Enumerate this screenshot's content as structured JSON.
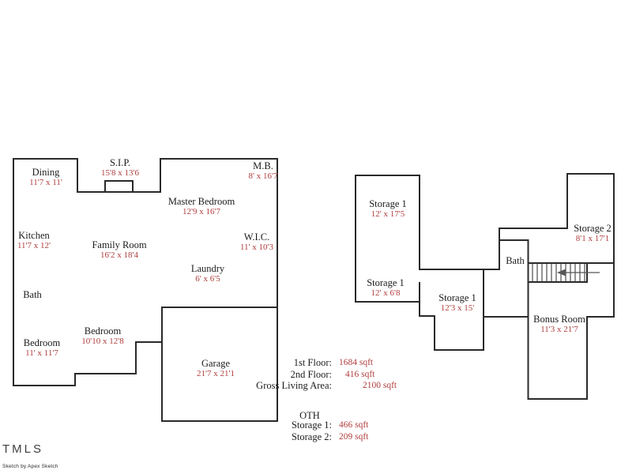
{
  "colors": {
    "wall": "#2a2a2a",
    "room_label": "#1c1c1c",
    "dimension_text": "#b03c3c",
    "background": "#ffffff"
  },
  "first_floor": {
    "rooms": [
      {
        "name": "Dining",
        "dims": "11'7 x 11'"
      },
      {
        "name": "S.I.P.",
        "dims": "15'8 x 13'6"
      },
      {
        "name": "M.B.",
        "dims": "8' x 16'7"
      },
      {
        "name": "Master Bedroom",
        "dims": "12'9 x 16'7"
      },
      {
        "name": "Kitchen",
        "dims": "11'7 x 12'"
      },
      {
        "name": "Family Room",
        "dims": "16'2 x 18'4"
      },
      {
        "name": "W.I.C.",
        "dims": "11' x 10'3"
      },
      {
        "name": "Laundry",
        "dims": "6' x 6'5"
      },
      {
        "name": "Bath",
        "dims": ""
      },
      {
        "name": "Bedroom",
        "dims": "11' x 11'7"
      },
      {
        "name": "Bedroom",
        "dims": "10'10 x 12'8"
      },
      {
        "name": "Garage",
        "dims": "21'7 x 21'1"
      }
    ]
  },
  "second_floor": {
    "rooms": [
      {
        "name": "Storage 1",
        "dims": "12' x 17'5"
      },
      {
        "name": "Storage 1",
        "dims": "12' x 6'8"
      },
      {
        "name": "Storage 1",
        "dims": "12'3 x 15'"
      },
      {
        "name": "Bath",
        "dims": ""
      },
      {
        "name": "Storage 2",
        "dims": "8'1 x 17'1"
      },
      {
        "name": "Bonus Room",
        "dims": "11'3 x 21'7"
      }
    ]
  },
  "summary": {
    "living": [
      {
        "label": "1st Floor:",
        "value": "1684 sqft"
      },
      {
        "label": "2nd Floor:",
        "value": "416 sqft"
      },
      {
        "label": "Gross Living Area:",
        "value": "2100 sqft"
      }
    ],
    "other_heading": "OTH",
    "other": [
      {
        "label": "Storage 1:",
        "value": "466 sqft"
      },
      {
        "label": "Storage 2:",
        "value": "209 sqft"
      }
    ]
  },
  "footer": {
    "logo": "TMLS",
    "credit": "Sketch by Apex Sketch"
  }
}
